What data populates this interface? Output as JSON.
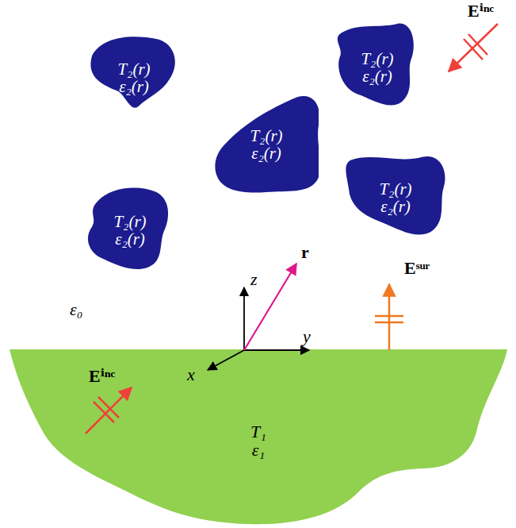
{
  "diagram": {
    "nodes": [
      {
        "text": [
          "T₁",
          "ε₁"
        ]
      },
      {
        "text": [
          "T₂(r)",
          "ε₂(r)"
        ]
      },
      {
        "text": [
          "T₂(r)",
          "ε₂(r)"
        ]
      },
      {
        "text": [
          "T₂(r)",
          "ε₂(r)"
        ]
      },
      {
        "text": [
          "T₂(r)",
          "ε₂(r)"
        ]
      },
      {
        "text": [
          "T₂(r)",
          "ε₂(r)"
        ]
      }
    ],
    "labels": [
      "Eⁱⁿᶜ",
      "r",
      "z",
      "Eˢᵘʳ",
      "ε₀",
      "y",
      "x",
      "Eⁱⁿᶜ"
    ]
  }
}
